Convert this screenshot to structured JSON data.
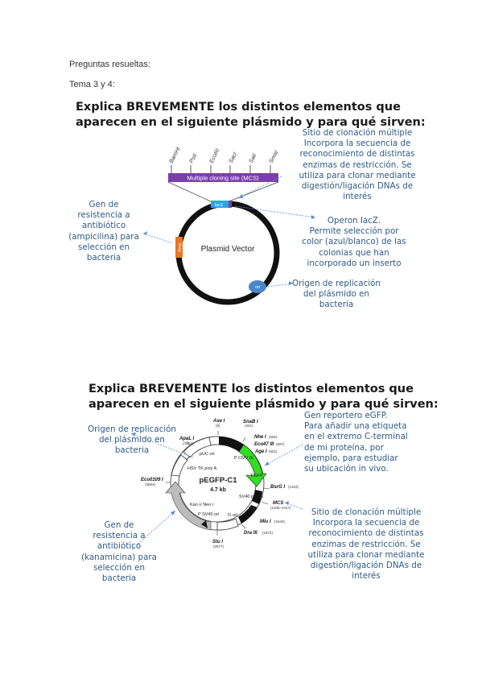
{
  "header": {
    "line1": "Preguntas resueltas:",
    "line2": "Tema 3 y 4:"
  },
  "q1": {
    "title_l1": "Explica BREVEMENTE los distintos elementos que",
    "title_l2": "aparecen en el siguiente plásmido y para qué sirven:",
    "diagram": {
      "mcs_label": "Multiple cloning site (MCS)",
      "enzymes": [
        "BamHI",
        "PstI",
        "EcoRI",
        "SacI",
        "SalI",
        "SmaI"
      ],
      "center_label": "Plasmid Vector",
      "lacz_label": "lacZ",
      "amp_label": "Amp",
      "ori_label": "ori"
    },
    "notes": {
      "mcs": [
        "Sitio de clonación múltiple",
        "Incorpora la secuencia de",
        "reconocimiento de distintas",
        "enzimas de restricción. Se",
        "utiliza para clonar mediante",
        "digestión/ligación DNAs de",
        "interés"
      ],
      "resistance": [
        "Gen de",
        "resistencia a",
        "antibiótico",
        "(ampicilina) para",
        "selección en",
        "bacteria"
      ],
      "lacz": [
        "Operon lacZ.",
        "Permite selección por",
        "color (azul/blanco) de las",
        "colonias que han",
        "incorporado un inserto"
      ],
      "ori": [
        "Origen de replicación",
        "del plásmido en",
        "bacteria"
      ]
    }
  },
  "q2": {
    "title_l1": "Explica BREVEMENTE los distintos elementos que",
    "title_l2": "aparecen en el siguiente plásmido y para qué sirven:",
    "diagram": {
      "name": "pEGFP-C1",
      "size": "4.7 kb",
      "sites": [
        {
          "name": "Ase I",
          "pos": "(8)"
        },
        {
          "name": "SnaB I",
          "pos": "(341)"
        },
        {
          "name": "Nhe I",
          "pos": "(592)"
        },
        {
          "name": "Eco47 III",
          "pos": "(597)"
        },
        {
          "name": "Age I",
          "pos": "(601)"
        },
        {
          "name": "BsrG I",
          "pos": "(1323)"
        },
        {
          "name": "MCS",
          "pos": "(1330–1417)"
        },
        {
          "name": "Mlu I",
          "pos": "(1642)"
        },
        {
          "name": "Dra III",
          "pos": "(1872)"
        },
        {
          "name": "Stu I",
          "pos": "(2577)"
        },
        {
          "name": "Eco0109 I",
          "pos": "(3854)"
        },
        {
          "name": "ApaL I",
          "pos": "(4363)"
        }
      ],
      "features": [
        "P CMV IE",
        "EGFP",
        "SV40 poly A",
        "f1 ori",
        "P SV40 ori",
        "Kan r/ Neo r",
        "HSV TK poly A",
        "pUC ori"
      ]
    },
    "notes": {
      "ori": [
        "Origen de replicación",
        "del plásmido en",
        "bacteria"
      ],
      "egfp": [
        "Gen reportero eGFP.",
        "Para añadir una etiqueta",
        "en el extremo C-terminal",
        "de mi proteína, por",
        "ejemplo, para estudiar",
        "su ubicación in vivo."
      ],
      "mcs": [
        "Sitio de clonación múltiple",
        "Incorpora la secuencia de",
        "reconocimiento de distintas",
        "enzimas de restricción. Se",
        "utiliza para clonar mediante",
        "digestión/ligación DNAs de",
        "interés"
      ],
      "resistance": [
        "Gen de",
        "resistencia a",
        "antibiótico",
        "(kanamicina) para",
        "selección en",
        "bacteria"
      ]
    }
  },
  "colors": {
    "note_text": "#2f5a86",
    "arrow": "#5b8ed6",
    "mcs_bar": "#7b3fa8",
    "lacz": "#2aa7e0",
    "amp": "#e87722",
    "ori": "#4a86c8",
    "egfp": "#33dd22"
  }
}
